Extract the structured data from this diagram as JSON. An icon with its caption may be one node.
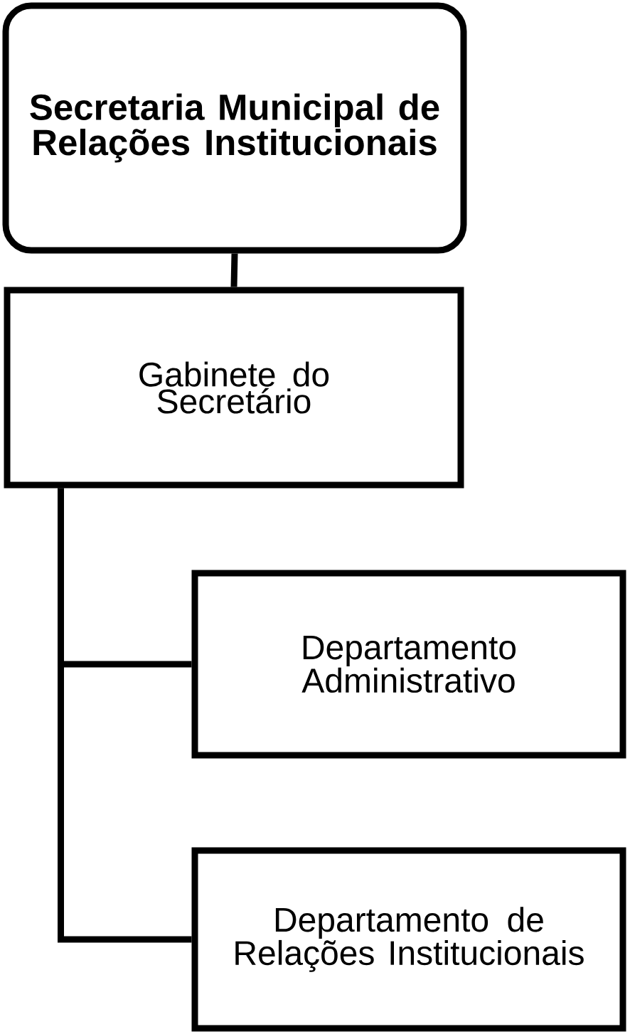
{
  "diagram": {
    "nodes": [
      {
        "text": [
          "Secretaria Municipal de Relações Institucionais"
        ]
      },
      {
        "text": [
          "Gabinete do Secretário"
        ]
      },
      {
        "text": [
          "Departamento Administrativo"
        ]
      },
      {
        "text": [
          "Departamento de Relações Institucionais"
        ]
      }
    ],
    "edges": [
      {
        "from": 0,
        "to": 1,
        "arrow": "none"
      },
      {
        "from": 1,
        "to": 2,
        "arrow": "none"
      },
      {
        "from": 1,
        "to": 3,
        "arrow": "none"
      }
    ]
  }
}
